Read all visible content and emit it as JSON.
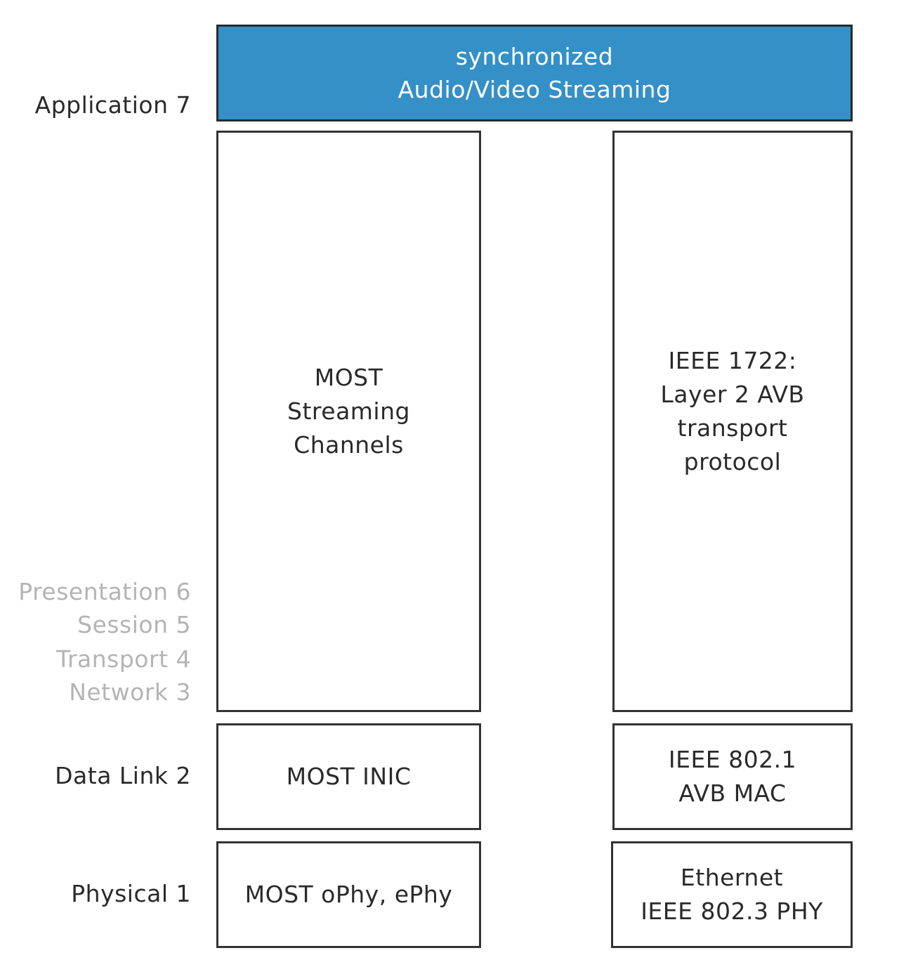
{
  "layers": {
    "application": "Application  7",
    "presentation": "Presentation 6",
    "session": "Session 5",
    "transport": "Transport 4",
    "network": "Network 3",
    "data_link": "Data Link 2",
    "physical": "Physical  1"
  },
  "application_box": "synchronized\nAudio/Video Streaming",
  "most_column": {
    "streaming": "MOST\nStreaming\nChannels",
    "data_link": "MOST INIC",
    "physical": "MOST oPhy, ePhy"
  },
  "avb_column": {
    "transport": "IEEE 1722:\nLayer 2 AVB\ntransport\nprotocol",
    "data_link": "IEEE 802.1\nAVB MAC",
    "physical": "Ethernet\nIEEE 802.3 PHY"
  },
  "colors": {
    "application_fill": "#3490c6",
    "active_label": "#2a2a2a",
    "faded_label": "#b4b4b4",
    "box_border": "#333333"
  }
}
